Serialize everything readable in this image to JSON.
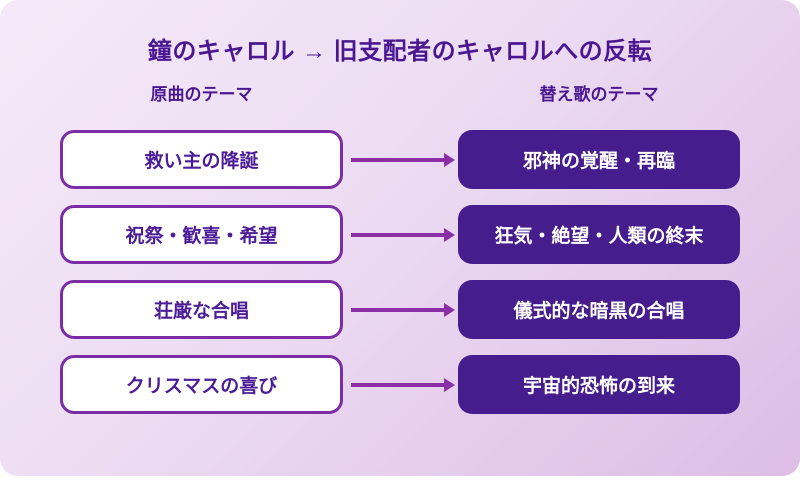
{
  "title": "鐘のキャロル → 旧支配者のキャロルへの反転",
  "columns": {
    "left": "原曲のテーマ",
    "right": "替え歌のテーマ"
  },
  "rows": [
    {
      "left": "救い主の降誕",
      "right": "邪神の覚醒・再臨"
    },
    {
      "left": "祝祭・歓喜・希望",
      "right": "狂気・絶望・人類の終末"
    },
    {
      "left": "荘厳な合唱",
      "right": "儀式的な暗黒の合唱"
    },
    {
      "left": "クリスマスの喜び",
      "right": "宇宙的恐怖の到来"
    }
  ],
  "colors": {
    "title_text": "#4a1790",
    "card_gradient_start": "#f5e9f8",
    "card_gradient_end": "#ddbde5",
    "original_box_border": "#7c2da3",
    "original_box_text": "#4c1d97",
    "parody_box_background": "#461d8c",
    "parody_box_text": "#ffffff",
    "arrow": "#8a2fa6"
  }
}
